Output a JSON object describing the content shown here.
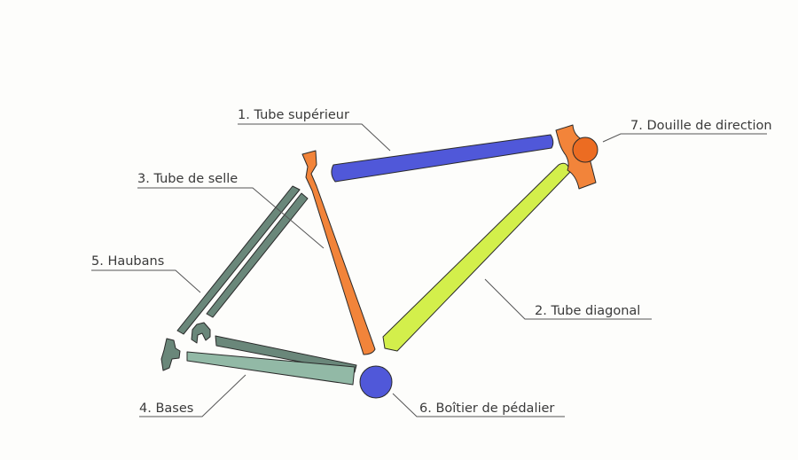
{
  "labels": {
    "top_tube": "1. Tube supérieur",
    "down_tube": "2. Tube diagonal",
    "seat_tube": "3. Tube de selle",
    "chainstays": "4. Bases",
    "seatstays": "5. Haubans",
    "bottom_bracket": "6. Boîtier de pédalier",
    "head_tube": "7. Douille de direction"
  },
  "colors": {
    "top_tube": "#5058d9",
    "down_tube": "#d3ef4b",
    "seat_tube": "#f2843a",
    "head_tube": "#f2843a",
    "head_tube_bearing": "#ec6c22",
    "bottom_bracket": "#5058d9",
    "seatstays": "#6a877a",
    "chainstays": "#92b9a6"
  }
}
